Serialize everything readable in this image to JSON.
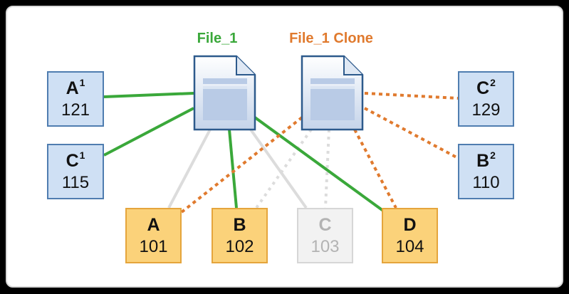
{
  "titles": {
    "file": "File_1",
    "clone": "File_1 Clone"
  },
  "colors": {
    "file_accent": "#3aa83a",
    "clone_accent": "#e07a2e",
    "inactive_link": "#dcdcdc"
  },
  "nodes": {
    "a1": {
      "label": "A",
      "sup": "1",
      "value": "121"
    },
    "c1": {
      "label": "C",
      "sup": "1",
      "value": "115"
    },
    "c2": {
      "label": "C",
      "sup": "2",
      "value": "129"
    },
    "b2": {
      "label": "B",
      "sup": "2",
      "value": "110"
    },
    "a": {
      "label": "A",
      "value": "101"
    },
    "b": {
      "label": "B",
      "value": "102"
    },
    "c": {
      "label": "C",
      "value": "103"
    },
    "d": {
      "label": "D",
      "value": "104"
    }
  }
}
